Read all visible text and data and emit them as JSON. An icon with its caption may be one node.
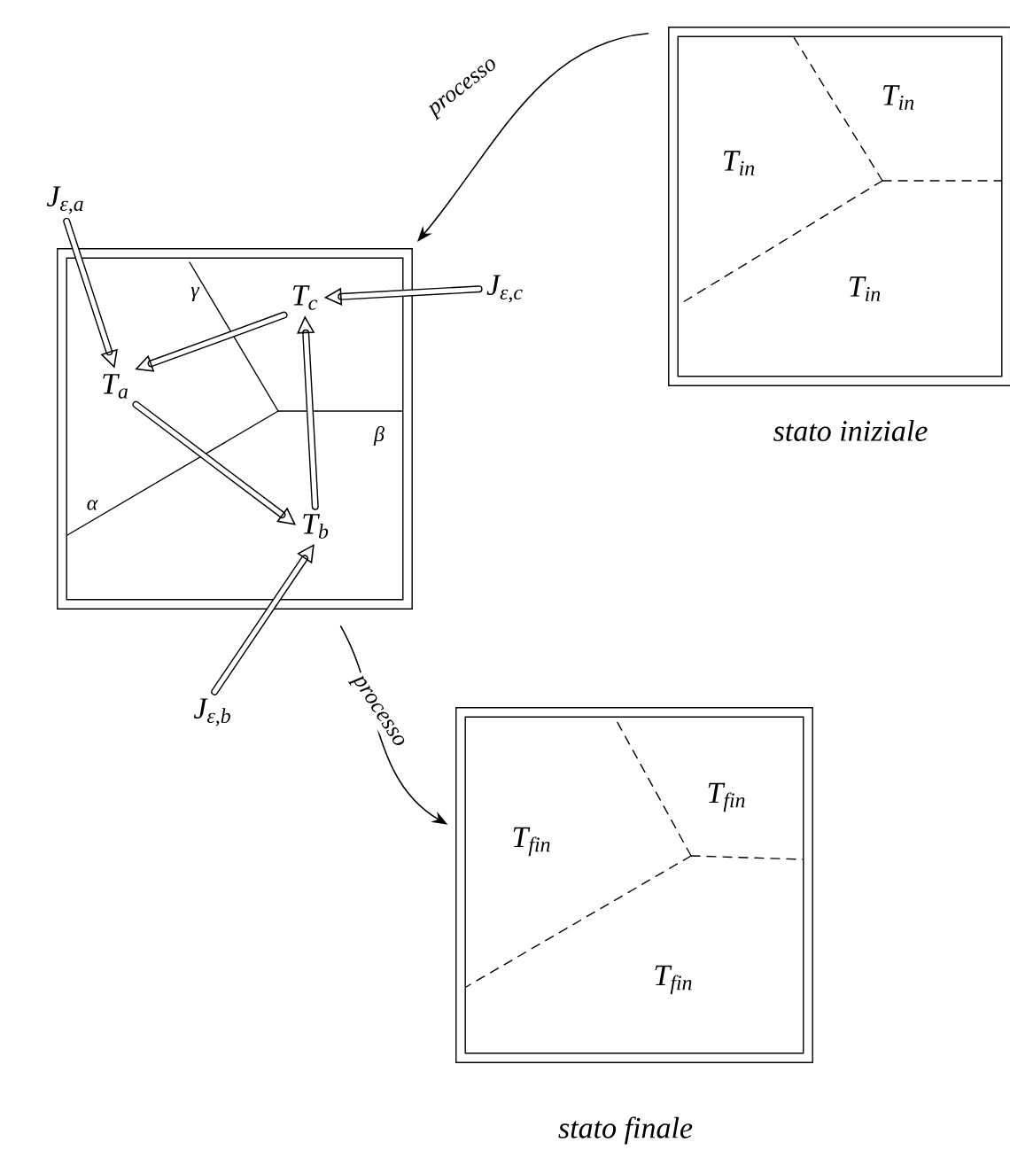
{
  "diagram": {
    "nodes": [
      {
        "text": [
          "stato iniziale"
        ]
      },
      {
        "text": [
          "T$_{in}$"
        ],
        "in": 0
      },
      {
        "text": [
          "T$_{in}$"
        ],
        "in": 0
      },
      {
        "text": [
          "T$_{in}$"
        ],
        "in": 0
      },
      {
        "text": [],
        "shape": "box"
      },
      {
        "text": [
          "T$_{c}$"
        ],
        "in": 4
      },
      {
        "text": [
          "T$_{a}$"
        ],
        "in": 4
      },
      {
        "text": [
          "T$_{b}$"
        ],
        "in": 4
      },
      {
        "text": [
          "stato finale"
        ]
      },
      {
        "text": [
          "T$_{fin}$"
        ],
        "in": 8
      },
      {
        "text": [
          "T$_{fin}$"
        ],
        "in": 8
      },
      {
        "text": [
          "T$_{fin}$"
        ],
        "in": 8
      },
      {
        "text": [
          "J$_{ε,a}$"
        ]
      },
      {
        "text": [
          "J$_{ε,c}$"
        ]
      },
      {
        "text": [
          "J$_{ε,b}$"
        ]
      }
    ],
    "edges": [
      {
        "from": 0,
        "to": 4,
        "arrow": "to",
        "label": "processo"
      },
      {
        "from": 4,
        "to": 8,
        "arrow": "to",
        "label": "processo"
      },
      {
        "from": 12,
        "to": 6,
        "arrow": "to"
      },
      {
        "from": 13,
        "to": 5,
        "arrow": "to"
      },
      {
        "from": 14,
        "to": 7,
        "arrow": "to"
      },
      {
        "from": 5,
        "to": 6,
        "arrow": "to"
      },
      {
        "from": 6,
        "to": 7,
        "arrow": "to"
      },
      {
        "from": 7,
        "to": 5,
        "arrow": "to"
      }
    ],
    "labels": [
      "γ",
      "β",
      "α"
    ]
  }
}
